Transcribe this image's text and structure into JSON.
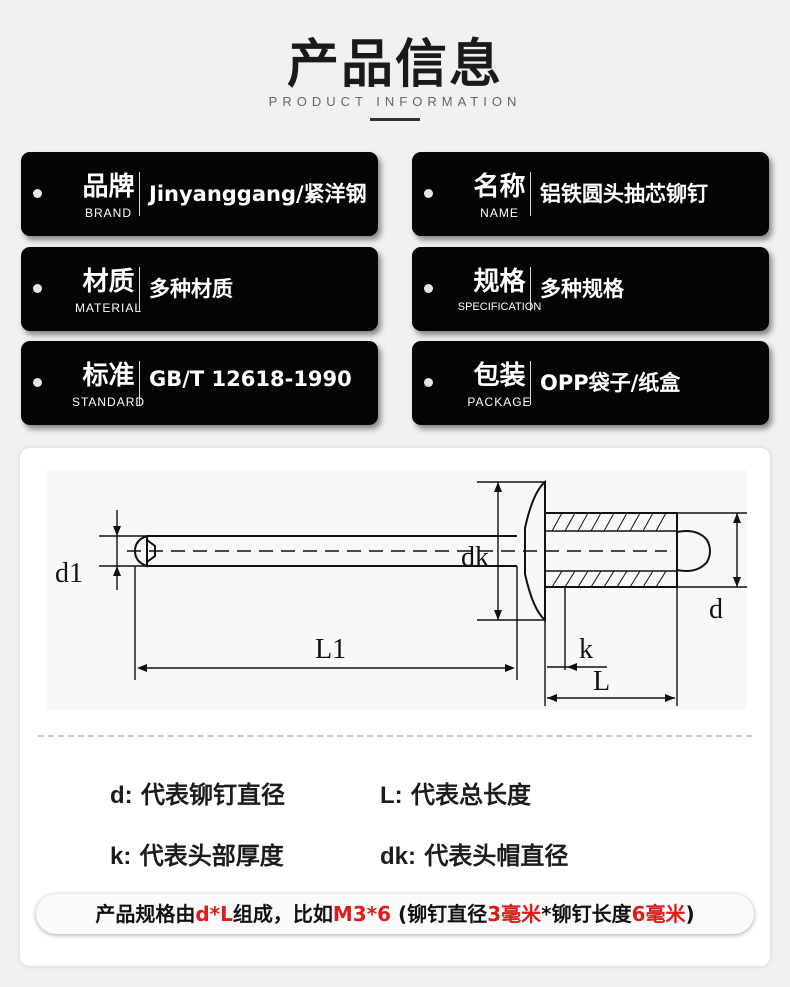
{
  "header": {
    "title": "产品信息",
    "subtitle": "PRODUCT INFORMATION"
  },
  "info_cards": [
    {
      "label_cn": "品牌",
      "label_en": "BRAND",
      "value": "Jinyanggang/紧洋钢"
    },
    {
      "label_cn": "名称",
      "label_en": "NAME",
      "value": "铝铁圆头抽芯铆钉"
    },
    {
      "label_cn": "材质",
      "label_en": "MATERIAL",
      "value": "多种材质"
    },
    {
      "label_cn": "规格",
      "label_en": "SPECIFICATION",
      "value": "多种规格"
    },
    {
      "label_cn": "标准",
      "label_en": "STANDARD",
      "value": "GB/T 12618-1990"
    },
    {
      "label_cn": "包装",
      "label_en": "PACKAGE",
      "value": "OPP袋子/纸盒"
    }
  ],
  "diagram": {
    "labels": {
      "d1": "d1",
      "dk": "dk",
      "d": "d",
      "L1": "L1",
      "k": "k",
      "L": "L"
    }
  },
  "legend": {
    "d": {
      "key": "d:",
      "text": "代表铆钉直径"
    },
    "L": {
      "key": "L:",
      "text": "代表总长度"
    },
    "k": {
      "key": "k:",
      "text": "代表头部厚度"
    },
    "dk": {
      "key": "dk:",
      "text": "代表头帽直径"
    }
  },
  "note": {
    "p1": "产品规格由",
    "p2": "d*L",
    "p3": "组成，比如",
    "p4": "M3*6",
    "p5": " (铆钉直径",
    "p6": "3毫米",
    "p7": "*铆钉长度",
    "p8": "6毫米",
    "p9": ")",
    "highlight_color": "#e01b1b"
  }
}
